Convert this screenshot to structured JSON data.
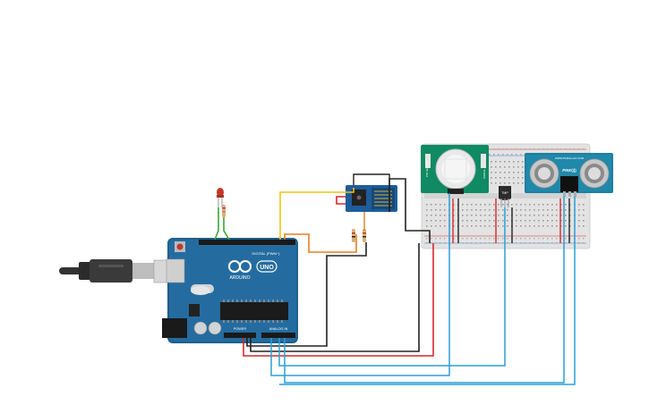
{
  "arduino": {
    "brand": "ARDUINO",
    "model": "UNO",
    "digital_label": "DIGITAL (PWM~)",
    "power_label": "POWER",
    "analog_label": "ANALOG IN"
  },
  "pir": {
    "label_left": "PIR SENSOR",
    "label_right": "SIGNAL"
  },
  "ultrasonic": {
    "model": "PING)))",
    "maker": "WWW.PARALLAX.COM"
  },
  "temp_sensor": {
    "label": "TMP"
  },
  "colors": {
    "wire_red": "#d62828",
    "wire_black": "#222222",
    "wire_blue": "#2a9fd6",
    "wire_green": "#3aa635",
    "wire_yellow": "#f1c40f",
    "wire_orange": "#e67e22",
    "board_blue": "#1f5f8b",
    "pir_green": "#0f8a63",
    "led_red": "#c0392b"
  }
}
